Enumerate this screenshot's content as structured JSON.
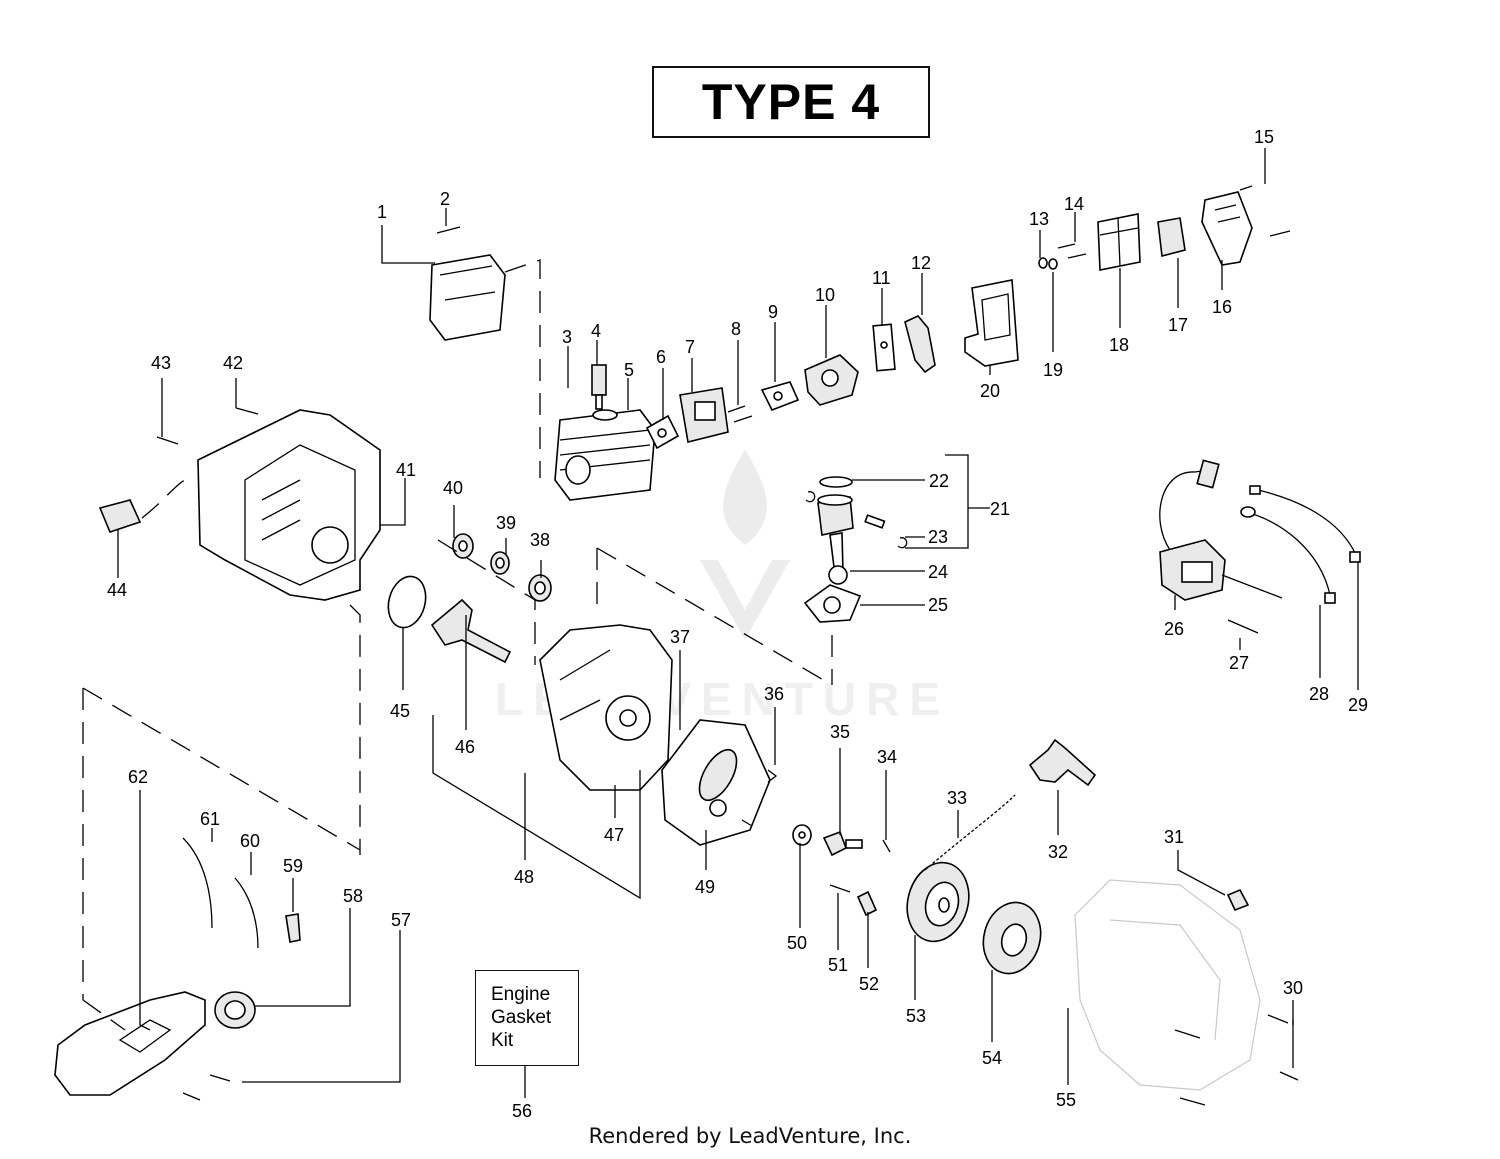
{
  "title": "TYPE 4",
  "kit_label": [
    "Engine",
    "Gasket",
    "Kit"
  ],
  "footer": "Rendered by LeadVenture, Inc.",
  "watermark": "LEADVENTURE",
  "callouts": {
    "c1": "1",
    "c2": "2",
    "c3": "3",
    "c4": "4",
    "c5": "5",
    "c6": "6",
    "c7": "7",
    "c8": "8",
    "c9": "9",
    "c10": "10",
    "c11": "11",
    "c12": "12",
    "c13": "13",
    "c14": "14",
    "c15": "15",
    "c16": "16",
    "c17": "17",
    "c18": "18",
    "c19": "19",
    "c20": "20",
    "c21": "21",
    "c22": "22",
    "c23": "23",
    "c24": "24",
    "c25": "25",
    "c26": "26",
    "c27": "27",
    "c28": "28",
    "c29": "29",
    "c30": "30",
    "c31": "31",
    "c32": "32",
    "c33": "33",
    "c34": "34",
    "c35": "35",
    "c36": "36",
    "c37": "37",
    "c38": "38",
    "c39": "39",
    "c40": "40",
    "c41": "41",
    "c42": "42",
    "c43": "43",
    "c44": "44",
    "c45": "45",
    "c46": "46",
    "c47": "47",
    "c48": "48",
    "c49": "49",
    "c50": "50",
    "c51": "51",
    "c52": "52",
    "c53": "53",
    "c54": "54",
    "c55": "55",
    "c56": "56",
    "c57": "57",
    "c58": "58",
    "c59": "59",
    "c60": "60",
    "c61": "61",
    "c62": "62"
  }
}
